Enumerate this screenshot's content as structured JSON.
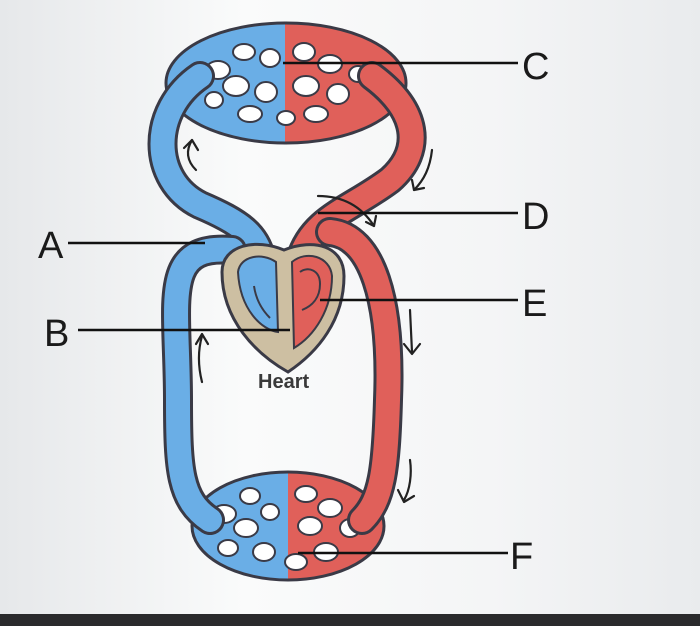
{
  "labels": {
    "a": "A",
    "b": "B",
    "c": "C",
    "d": "D",
    "e": "E",
    "f": "F"
  },
  "heart_label": "Heart",
  "colors": {
    "deoxygenated": "#6aaee6",
    "oxygenated": "#e0605a",
    "outline": "#3a3a46",
    "heart_tissue": "#cdbfa2",
    "line": "#111111"
  }
}
